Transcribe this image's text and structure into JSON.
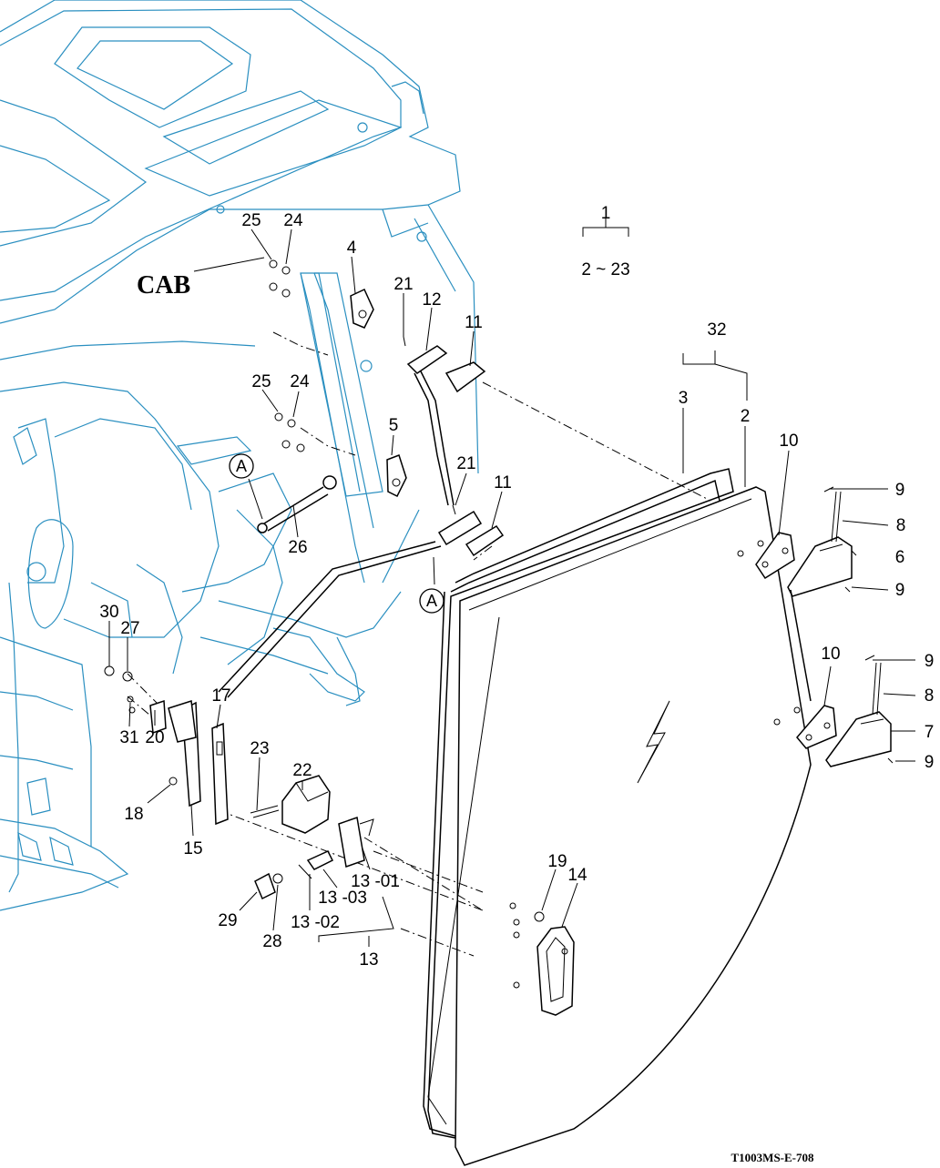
{
  "diagram": {
    "cab_label": "CAB",
    "reference_code": "T1003MS-E-708",
    "group_top": "1",
    "group_bottom": "2 ~ 23",
    "circle_marker": "A",
    "callouts": {
      "c32": "32",
      "c3": "3",
      "c2": "2",
      "c10a": "10",
      "c10b": "10",
      "c9a": "9",
      "c9b": "9",
      "c9c": "9",
      "c9d": "9",
      "c8a": "8",
      "c8b": "8",
      "c6": "6",
      "c7": "7",
      "c25a": "25",
      "c24a": "24",
      "c4": "4",
      "c25b": "25",
      "c24b": "24",
      "c5": "5",
      "c21a": "21",
      "c12": "12",
      "c11a": "11",
      "c21b": "21",
      "c11b": "11",
      "c26": "26",
      "c30": "30",
      "c27": "27",
      "c31": "31",
      "c20": "20",
      "c17": "17",
      "c18": "18",
      "c15": "15",
      "c23": "23",
      "c22": "22",
      "c13_01": "13 -01",
      "c13_03": "13 -03",
      "c13_02": "13 -02",
      "c13": "13",
      "c29": "29",
      "c28": "28",
      "c19": "19",
      "c14": "14"
    }
  },
  "colors": {
    "cab_outline": "#2a8fc0",
    "parts": "#000000",
    "background": "#ffffff"
  }
}
